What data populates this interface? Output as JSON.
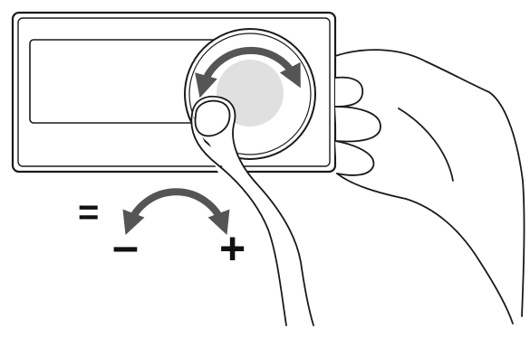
{
  "illustration": {
    "device": "control-panel",
    "knob": "rotary-dial",
    "rotation": "bidirectional",
    "hand": "right-hand-turning-knob"
  },
  "legend": {
    "equals_symbol": "=",
    "minus_symbol": "–",
    "plus_symbol": "+"
  },
  "colors": {
    "outline": "#1a1a1a",
    "arrow": "#555555",
    "knob_highlight": "#e0e0e0",
    "background": "#ffffff"
  }
}
